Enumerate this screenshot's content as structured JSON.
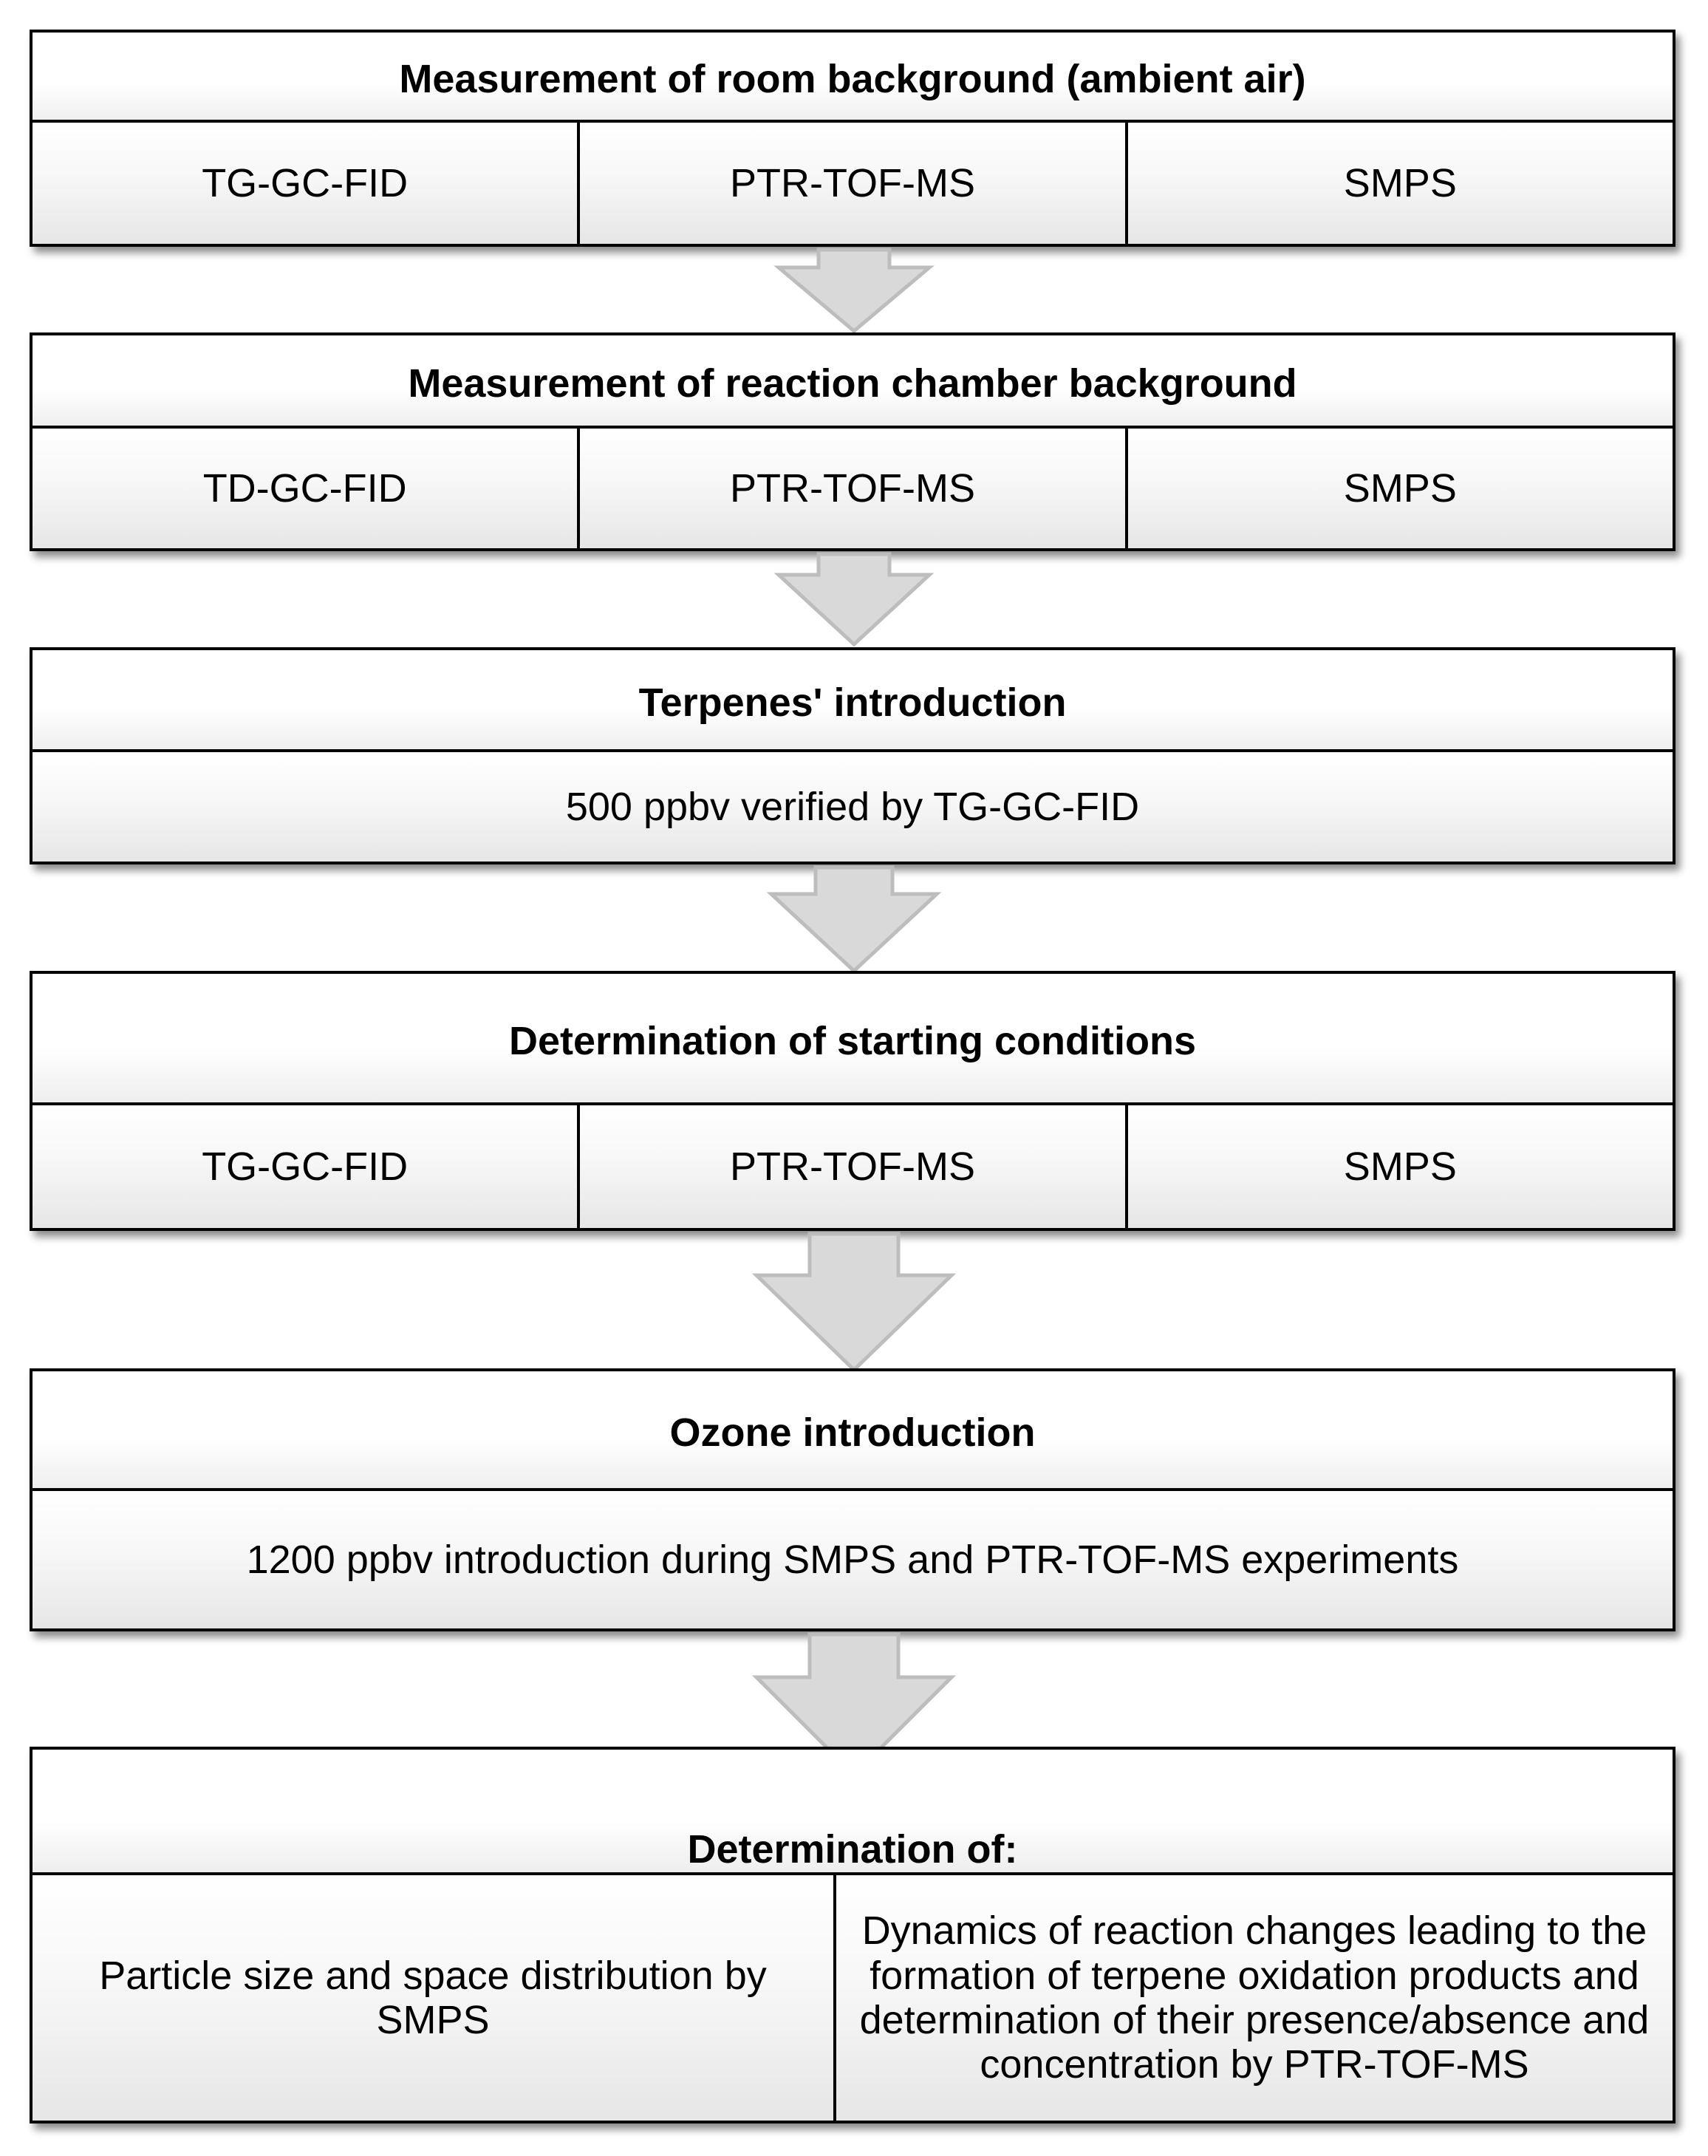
{
  "steps": [
    {
      "title": "Measurement of room background (ambient air)",
      "cells": [
        "TG-GC-FID",
        "PTR-TOF-MS",
        "SMPS"
      ]
    },
    {
      "title": "Measurement of reaction chamber background",
      "cells": [
        "TD-GC-FID",
        "PTR-TOF-MS",
        "SMPS"
      ]
    },
    {
      "title": "Terpenes' introduction",
      "cells": [
        "500 ppbv verified by TG-GC-FID"
      ]
    },
    {
      "title": "Determination of starting conditions",
      "cells": [
        "TG-GC-FID",
        "PTR-TOF-MS",
        "SMPS"
      ]
    },
    {
      "title": "Ozone introduction",
      "cells": [
        "1200 ppbv introduction during SMPS and PTR-TOF-MS experiments"
      ]
    },
    {
      "title": "Determination of:",
      "cells": [
        "Particle size and space distribution by SMPS",
        "Dynamics of reaction changes leading to the formation of terpene oxidation products and determination of their presence/absence and concentration by PTR-TOF-MS"
      ]
    }
  ],
  "colors": {
    "border": "#000000",
    "arrow_fill": "#d9d9d9",
    "arrow_stroke": "#bfbfbf"
  }
}
